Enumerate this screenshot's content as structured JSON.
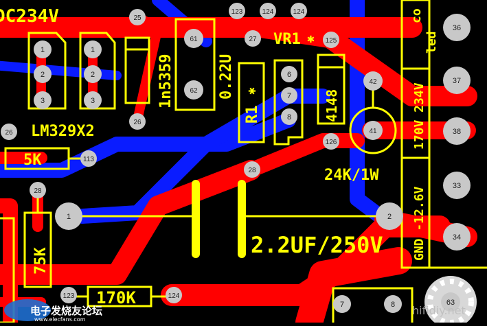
{
  "colors": {
    "background": "#000000",
    "top_copper": "#ff0000",
    "bottom_copper": "#0a1cff",
    "silkscreen": "#ffff00",
    "pad": "#c8c8c8",
    "pad_number": "#222222"
  },
  "labels": {
    "dc234v": "DC234V",
    "lm329": "LM329X2",
    "in5359": "1n5359",
    "cap022": "0.22U",
    "vr1": "VR1",
    "r1": "R1",
    "d4148": "4148",
    "r24k": "24K/1W",
    "r5k": "5K",
    "r75k": "75K",
    "cap22": "2.2UF/250V",
    "r170k": "170K",
    "conn_led": "led",
    "conn_co": "co",
    "conn_170v234v": "170V 234V",
    "conn_gnd_126v": "GND -12.6V"
  },
  "pads": {
    "p25": "25",
    "p1a": "1",
    "p2a": "2",
    "p3a": "3",
    "p1b": "1",
    "p2b": "2",
    "p3b": "3",
    "p26a": "26",
    "p61": "61",
    "p62": "62",
    "p27": "27",
    "p125": "125",
    "p6": "6",
    "p7": "7",
    "p8": "8",
    "p42": "42",
    "p41": "41",
    "p126": "126",
    "p28a": "28",
    "p36": "36",
    "p37": "37",
    "p38": "38",
    "p33": "33",
    "p34": "34",
    "p2c": "2",
    "p1c": "1",
    "p26b": "26",
    "p113": "113",
    "p28b": "28",
    "p123a": "123",
    "p124a": "124",
    "p124b": "124",
    "p123b": "123",
    "p7b": "7",
    "p8b": "8",
    "p63": "63"
  },
  "watermark": {
    "logo_text": "电子发烧友论坛",
    "site": "www.elecfans.com",
    "site_right": "hifidiy.net"
  }
}
